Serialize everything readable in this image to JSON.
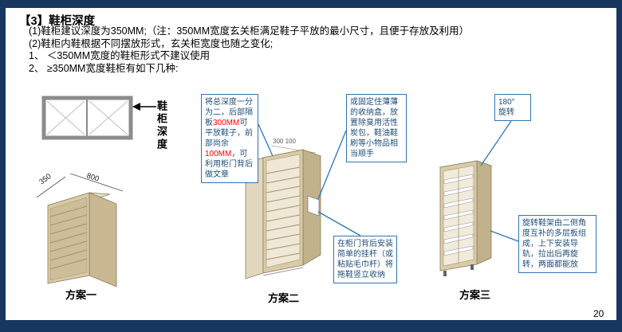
{
  "colors": {
    "frame_navy": "#17375E",
    "callout_border": "#2E75B6",
    "callout_text": "#1F4E79",
    "highlight_red": "#FF0000",
    "cabinet_tan": "#D9CBA8"
  },
  "header": {
    "title": "【3】鞋柜深度",
    "lines": [
      "(1)鞋柜建议深度为350MM;（注：350MM宽度玄关柜满足鞋子平放的最小尺寸，且便于存放及利用）",
      "(2)鞋柜内鞋根据不同摆放形式，玄关柜宽度也随之变化;",
      "1、 ＜350MM宽度的鞋柜形式不建议使用",
      "2、 ≥350MM宽度鞋柜有如下几种:"
    ]
  },
  "plan1": {
    "label": "方案一",
    "depth_label": "鞋柜深度",
    "dim_350": "350",
    "dim_800": "800"
  },
  "plan2": {
    "label": "方案二",
    "dim_top": "300 100",
    "callout_split": {
      "seg1": "将总深度一分为二，后部隔板",
      "seg2": "300MM",
      "seg3": "可平放鞋子，前部尚余",
      "seg4": "100MM",
      "seg5": "，可利用柜门背后做文章"
    },
    "callout_box": "或固定住薄薄的收纳盒，放置除臭用活性炭包，鞋油鞋刷等小物品相当顺手",
    "callout_rod": "在柜门背后安装简单的挂杆（或粘贴毛巾杆）将拖鞋竖立收纳"
  },
  "plan3": {
    "label": "方案三",
    "callout_rotate_line1": "180°",
    "callout_rotate_line2": "旋转",
    "callout_rack": "旋转鞋架由二侧角度互补的多层板组成，上下安装导轨，拉出后再旋转，两面都能放"
  },
  "footer": {
    "page_number": "20"
  }
}
